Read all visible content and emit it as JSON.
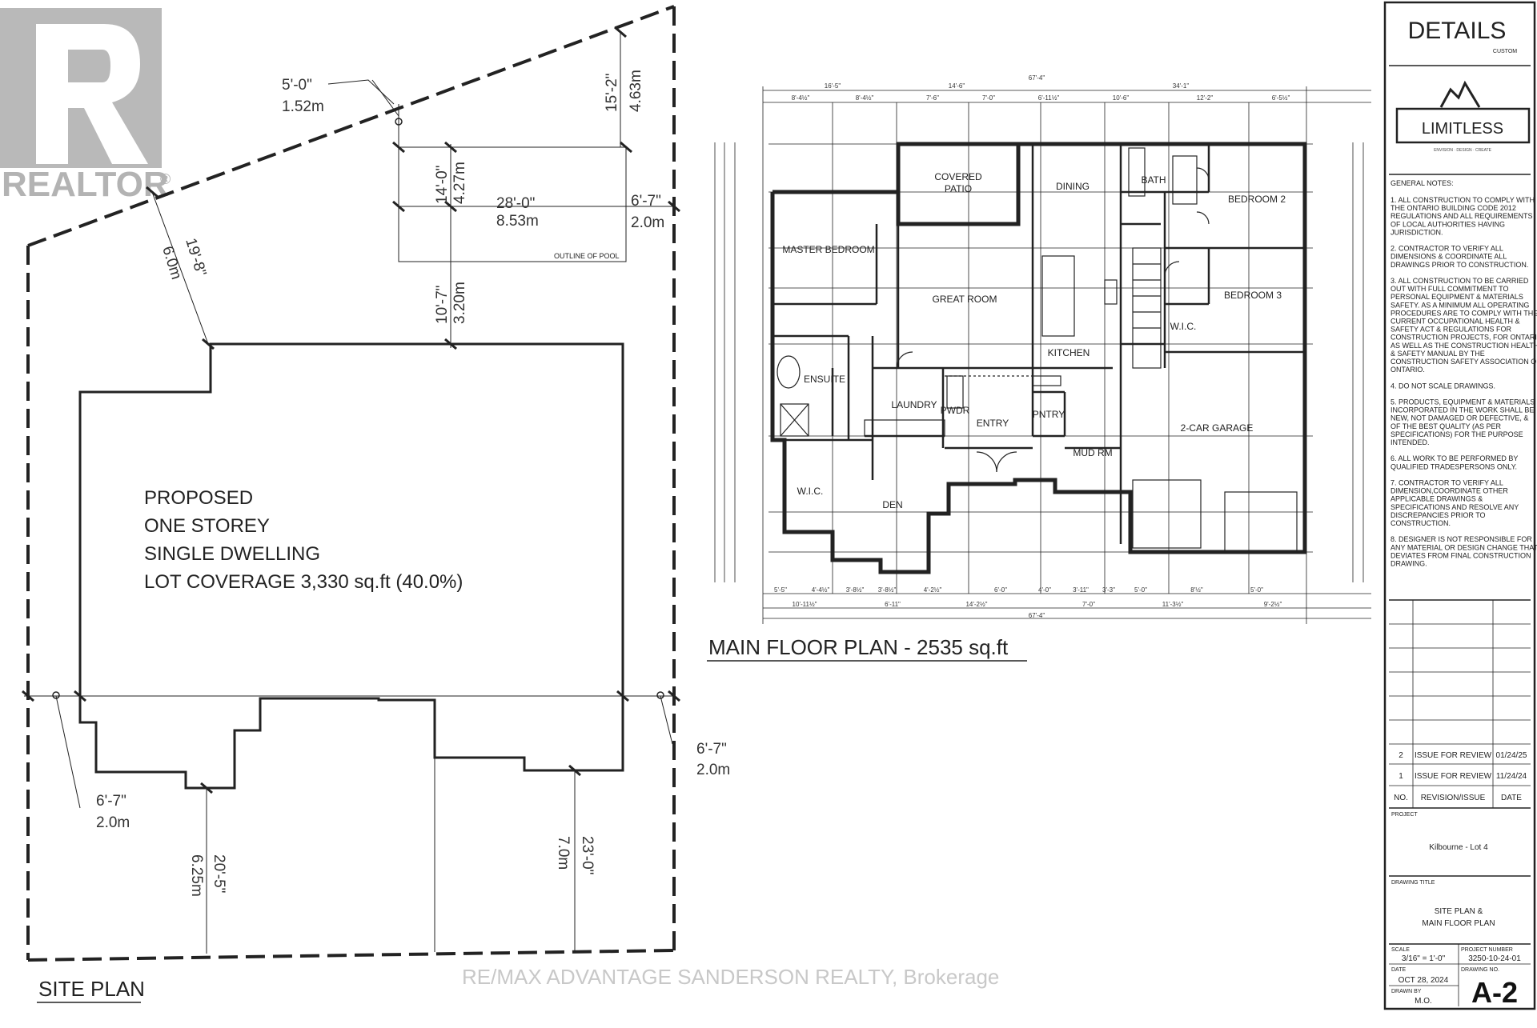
{
  "realtor_logo": {
    "text": "REALTOR",
    "mark": "®"
  },
  "watermark": "RE/MAX ADVANTAGE SANDERSON REALTY, Brokerage",
  "site_plan": {
    "title": "SITE PLAN",
    "house_label": [
      "PROPOSED",
      "ONE STOREY",
      "SINGLE DWELLING",
      "LOT COVERAGE 3,330 sq.ft (40.0%)"
    ],
    "pool_label": "OUTLINE OF POOL",
    "dimensions": {
      "d_5ft": [
        "5'-0\"",
        "1.52m"
      ],
      "d_15ft": [
        "15'-2\"",
        "4.63m"
      ],
      "d_14ft": [
        "14'-0\"",
        "4.27m"
      ],
      "d_28ft": [
        "28'-0\"",
        "8.53m"
      ],
      "d_6ft_top": [
        "6'-7\"",
        "2.0m"
      ],
      "d_19ft": [
        "19'-8\"",
        "6.0m"
      ],
      "d_10ft": [
        "10'-7\"",
        "3.20m"
      ],
      "d_6ft_left": [
        "6'-7\"",
        "2.0m"
      ],
      "d_6ft_right": [
        "6'-7\"",
        "2.0m"
      ],
      "d_20ft": [
        "20'-5\"",
        "6.25m"
      ],
      "d_23ft": [
        "23'-0\"",
        "7.0m"
      ]
    }
  },
  "floor_plan": {
    "title": "MAIN FLOOR PLAN - 2535 sq.ft",
    "rooms": {
      "covered_patio": [
        "COVERED",
        "PATIO"
      ],
      "dining": "DINING",
      "bath": "BATH",
      "bedroom2": "BEDROOM 2",
      "master": "MASTER BEDROOM",
      "great_room": "GREAT ROOM",
      "bedroom3": "BEDROOM 3",
      "wic_right": "W.I.C.",
      "kitchen": "KITCHEN",
      "ensuite": "ENSUITE",
      "laundry": "LAUNDRY",
      "pwdr": "PWDR",
      "entry": "ENTRY",
      "pntry": "PNTRY",
      "garage": "2-CAR GARAGE",
      "mud_rm": "MUD RM",
      "wic_left": "W.I.C.",
      "den": "DEN"
    },
    "dims_top": [
      "16'-5\"",
      "14'-6\"",
      "34'-1\"",
      "67'-4\""
    ],
    "dims_top2": [
      "8'-4½\"",
      "8'-4½\"",
      "7'-6\"",
      "7'-0\"",
      "6'-11½\"",
      "10'-6\"",
      "12'-2\"",
      "6'-5½\""
    ],
    "dims_bottom": [
      "5'-5\"",
      "4'-4½\"",
      "3'-8½\"",
      "3'-8½\"",
      "4'-2½\"",
      "6'-0\"",
      "4'-0\"",
      "3'-11\"",
      "3'-3\"",
      "5'-0\"",
      "8'½\"",
      "5'-0\""
    ],
    "dims_bottom2": [
      "10'-11½\"",
      "6'-11\"",
      "14'-2½\"",
      "7'-0\"",
      "11'-3½\"",
      "9'-2½\"",
      "67'-4\""
    ]
  },
  "title_block": {
    "brand": "DETAILS",
    "brand_sub": "CUSTOM",
    "partner": "LIMITLESS",
    "partner_sub": "ENVISION · DESIGN · CREATE",
    "notes_heading": "GENERAL NOTES:",
    "notes": [
      "1. ALL CONSTRUCTION TO COMPLY WITH",
      "THE ONTARIO BUILDING CODE 2012",
      "REGULATIONS AND ALL REQUIREMENTS",
      "OF LOCAL AUTHORITIES HAVING",
      "JURISDICTION.",
      "",
      "2. CONTRACTOR TO VERIFY ALL",
      "DIMENSIONS & COORDINATE ALL",
      "DRAWINGS PRIOR TO CONSTRUCTION.",
      "",
      "3. ALL CONSTRUCTION TO BE CARRIED",
      "OUT WITH FULL COMMITMENT TO",
      "PERSONAL EQUIPMENT & MATERIALS",
      "SAFETY. AS A MINIMUM ALL OPERATING",
      "PROCEDURES ARE TO COMPLY WITH THE",
      "CURRENT OCCUPATIONAL HEALTH &",
      "SAFETY ACT & REGULATIONS FOR",
      "CONSTRUCTION PROJECTS, FOR ONTARIO,",
      "AS WELL AS THE CONSTRUCTION HEALTH",
      "& SAFETY MANUAL BY THE",
      "CONSTRUCTION SAFETY ASSOCIATION OF",
      "ONTARIO.",
      "",
      "4. DO NOT SCALE DRAWINGS.",
      "",
      "5. PRODUCTS, EQUIPMENT & MATERIALS",
      "INCORPORATED IN THE WORK SHALL BE",
      "NEW, NOT DAMAGED OR DEFECTIVE, &",
      "OF THE BEST QUALITY (AS PER",
      "SPECIFICATIONS) FOR THE PURPOSE",
      "INTENDED.",
      "",
      "6. ALL WORK TO BE PERFORMED BY",
      "QUALIFIED TRADESPERSONS ONLY.",
      "",
      "7. CONTRACTOR TO VERIFY ALL",
      "DIMENSION,COORDINATE OTHER",
      "APPLICABLE DRAWINGS &",
      "SPECIFICATIONS AND RESOLVE ANY",
      "DISCREPANCIES PRIOR TO",
      "CONSTRUCTION.",
      "",
      "8. DESIGNER IS NOT RESPONSIBLE FOR",
      "ANY MATERIAL OR DESIGN CHANGE THAT",
      "DEVIATES FROM FINAL CONSTRUCTION",
      "DRAWING."
    ],
    "revisions": [
      {
        "no": "2",
        "issue": "ISSUE FOR REVIEW",
        "date": "01/24/25"
      },
      {
        "no": "1",
        "issue": "ISSUE FOR REVIEW",
        "date": "11/24/24"
      }
    ],
    "rev_headers": {
      "no": "NO.",
      "issue": "REVISION/ISSUE",
      "date": "DATE"
    },
    "project_label": "PROJECT",
    "project": "Kilbourne - Lot 4",
    "drawing_title_label": "DRAWING TITLE",
    "drawing_title": [
      "SITE PLAN &",
      "MAIN FLOOR PLAN"
    ],
    "scale_label": "SCALE",
    "scale": "3/16\" = 1'-0\"",
    "project_number_label": "PROJECT NUMBER",
    "project_number": "3250-10-24-01",
    "date_label": "DATE",
    "date": "OCT 28, 2024",
    "drawing_no_label": "DRAWING NO.",
    "drawing_no": "A-2",
    "drawn_by_label": "DRAWN BY",
    "drawn_by": "M.O."
  },
  "colors": {
    "line": "#222222",
    "logo": "#b3b3b3",
    "watermark": "#c8c8c8"
  }
}
